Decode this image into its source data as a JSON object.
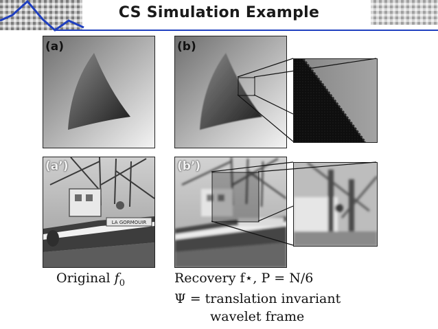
{
  "slide": {
    "title": "CS Simulation Example",
    "accent_color": "#1f3fbf"
  },
  "panels": {
    "a": {
      "label": "(a)"
    },
    "b": {
      "label": "(b)"
    },
    "a_prime": {
      "label": "(a’)"
    },
    "b_prime": {
      "label": "(b’)"
    }
  },
  "boat_sign_text": "LA GORMOUIR",
  "captions": {
    "original_prefix": "Original ",
    "original_symbol": "f",
    "original_subscript": "0",
    "recovery": "Recovery f⋆, P = N/6",
    "psi_line1": "Ψ = translation invariant",
    "psi_line2": "wavelet frame"
  }
}
